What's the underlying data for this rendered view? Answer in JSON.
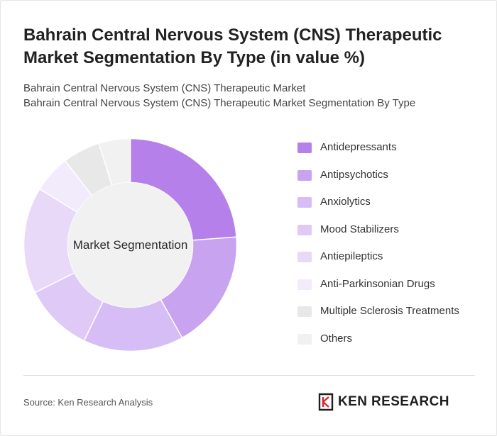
{
  "title": "Bahrain Central Nervous System (CNS) Therapeutic Market Segmentation By Type (in value %)",
  "subtitle_lines": [
    "Bahrain Central Nervous System (CNS) Therapeutic Market",
    "Bahrain Central Nervous System (CNS) Therapeutic Market Segmentation By Type"
  ],
  "chart_data": {
    "type": "pie",
    "center_label": "Market Segmentation",
    "legend_position": "right",
    "categories": [
      "Antidepressants",
      "Antipsychotics",
      "Anxiolytics",
      "Mood Stabilizers",
      "Antiepileptics",
      "Anti-Parkinsonian Drugs",
      "Multiple Sclerosis Treatments",
      "Others"
    ],
    "values": [
      25,
      19,
      16,
      11,
      17,
      6,
      6,
      5
    ],
    "colors": [
      "#b580ea",
      "#c7a3f0",
      "#d6bdf5",
      "#dfc9f6",
      "#e8d9f9",
      "#f1ebfb",
      "#e8e8e8",
      "#f1f1f1"
    ]
  },
  "source": "Source: Ken Research Analysis",
  "logo": {
    "icon": "ken-research-logo-icon",
    "text": "KEN RESEARCH"
  }
}
